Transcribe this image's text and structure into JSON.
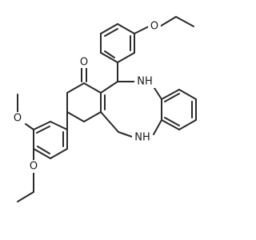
{
  "structure": {
    "atom_labels": {
      "carbonyl_o": "O",
      "nh_upper": "NH",
      "nh_lower": "NH",
      "ethoxy_o_top": "O",
      "methoxy_o": "O",
      "ethoxy_o_bottom": "O"
    }
  }
}
